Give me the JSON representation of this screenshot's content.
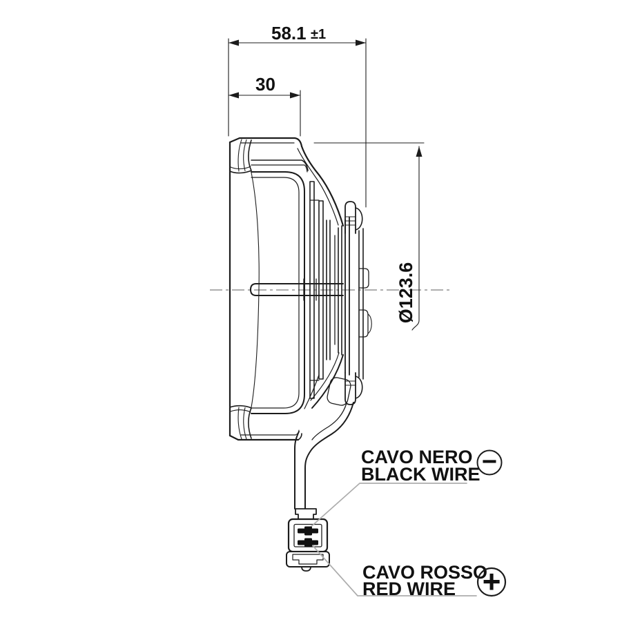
{
  "drawing": {
    "type": "fan-side-view-technical-drawing",
    "line_color": "#1c1c1c",
    "leader_color": "#adadad",
    "background": "#ffffff",
    "dimensions": {
      "total_depth": {
        "value": "58.1",
        "tolerance": "±1"
      },
      "ring_depth": {
        "value": "30"
      },
      "diameter": {
        "value": "Ø123.6"
      }
    },
    "labels": {
      "negative": {
        "line1": "CAVO NERO",
        "line2": "BLACK WIRE",
        "symbol": "−"
      },
      "positive": {
        "line1": "CAVO ROSSO",
        "line2": "RED WIRE",
        "symbol": "+"
      }
    }
  }
}
